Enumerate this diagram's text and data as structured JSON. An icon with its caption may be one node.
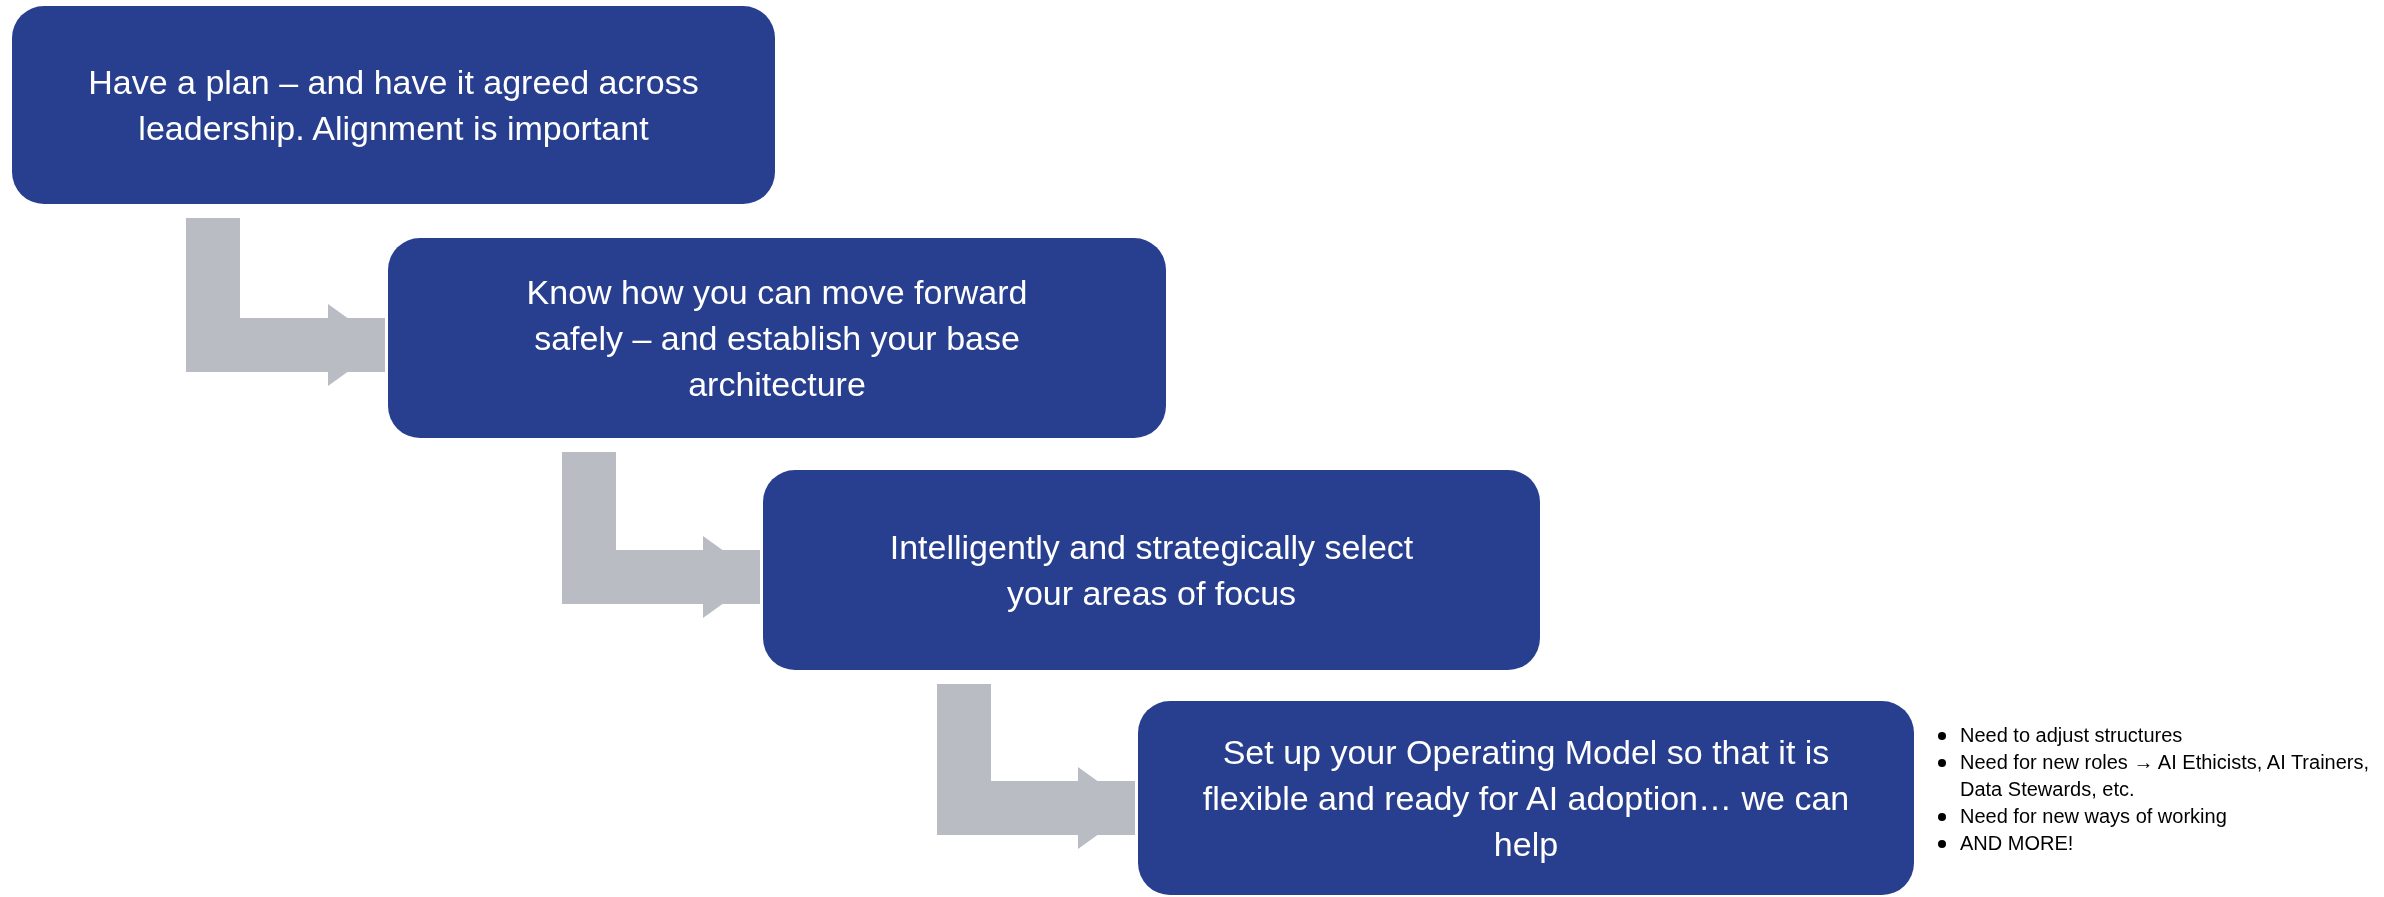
{
  "diagram": {
    "nodes": [
      {
        "text": [
          "Have a plan – and have it agreed across leadership. Alignment is important"
        ]
      },
      {
        "text": [
          "Know how you can move forward safely – and establish your base architecture"
        ]
      },
      {
        "text": [
          "Intelligently and strategically select your areas of focus"
        ]
      },
      {
        "text": [
          "Set up your Operating Model so that it is flexible and ready for AI adoption… we can help"
        ]
      }
    ],
    "edges": [
      {
        "from": 0,
        "to": 1,
        "arrow": "to"
      },
      {
        "from": 1,
        "to": 2,
        "arrow": "to"
      },
      {
        "from": 2,
        "to": 3,
        "arrow": "to"
      }
    ],
    "labels": [
      "Need to adjust structures",
      "Need for new roles → AI Ethicists, AI Trainers, Data Stewards, etc.",
      "Need for new ways of working",
      "AND MORE!"
    ]
  }
}
